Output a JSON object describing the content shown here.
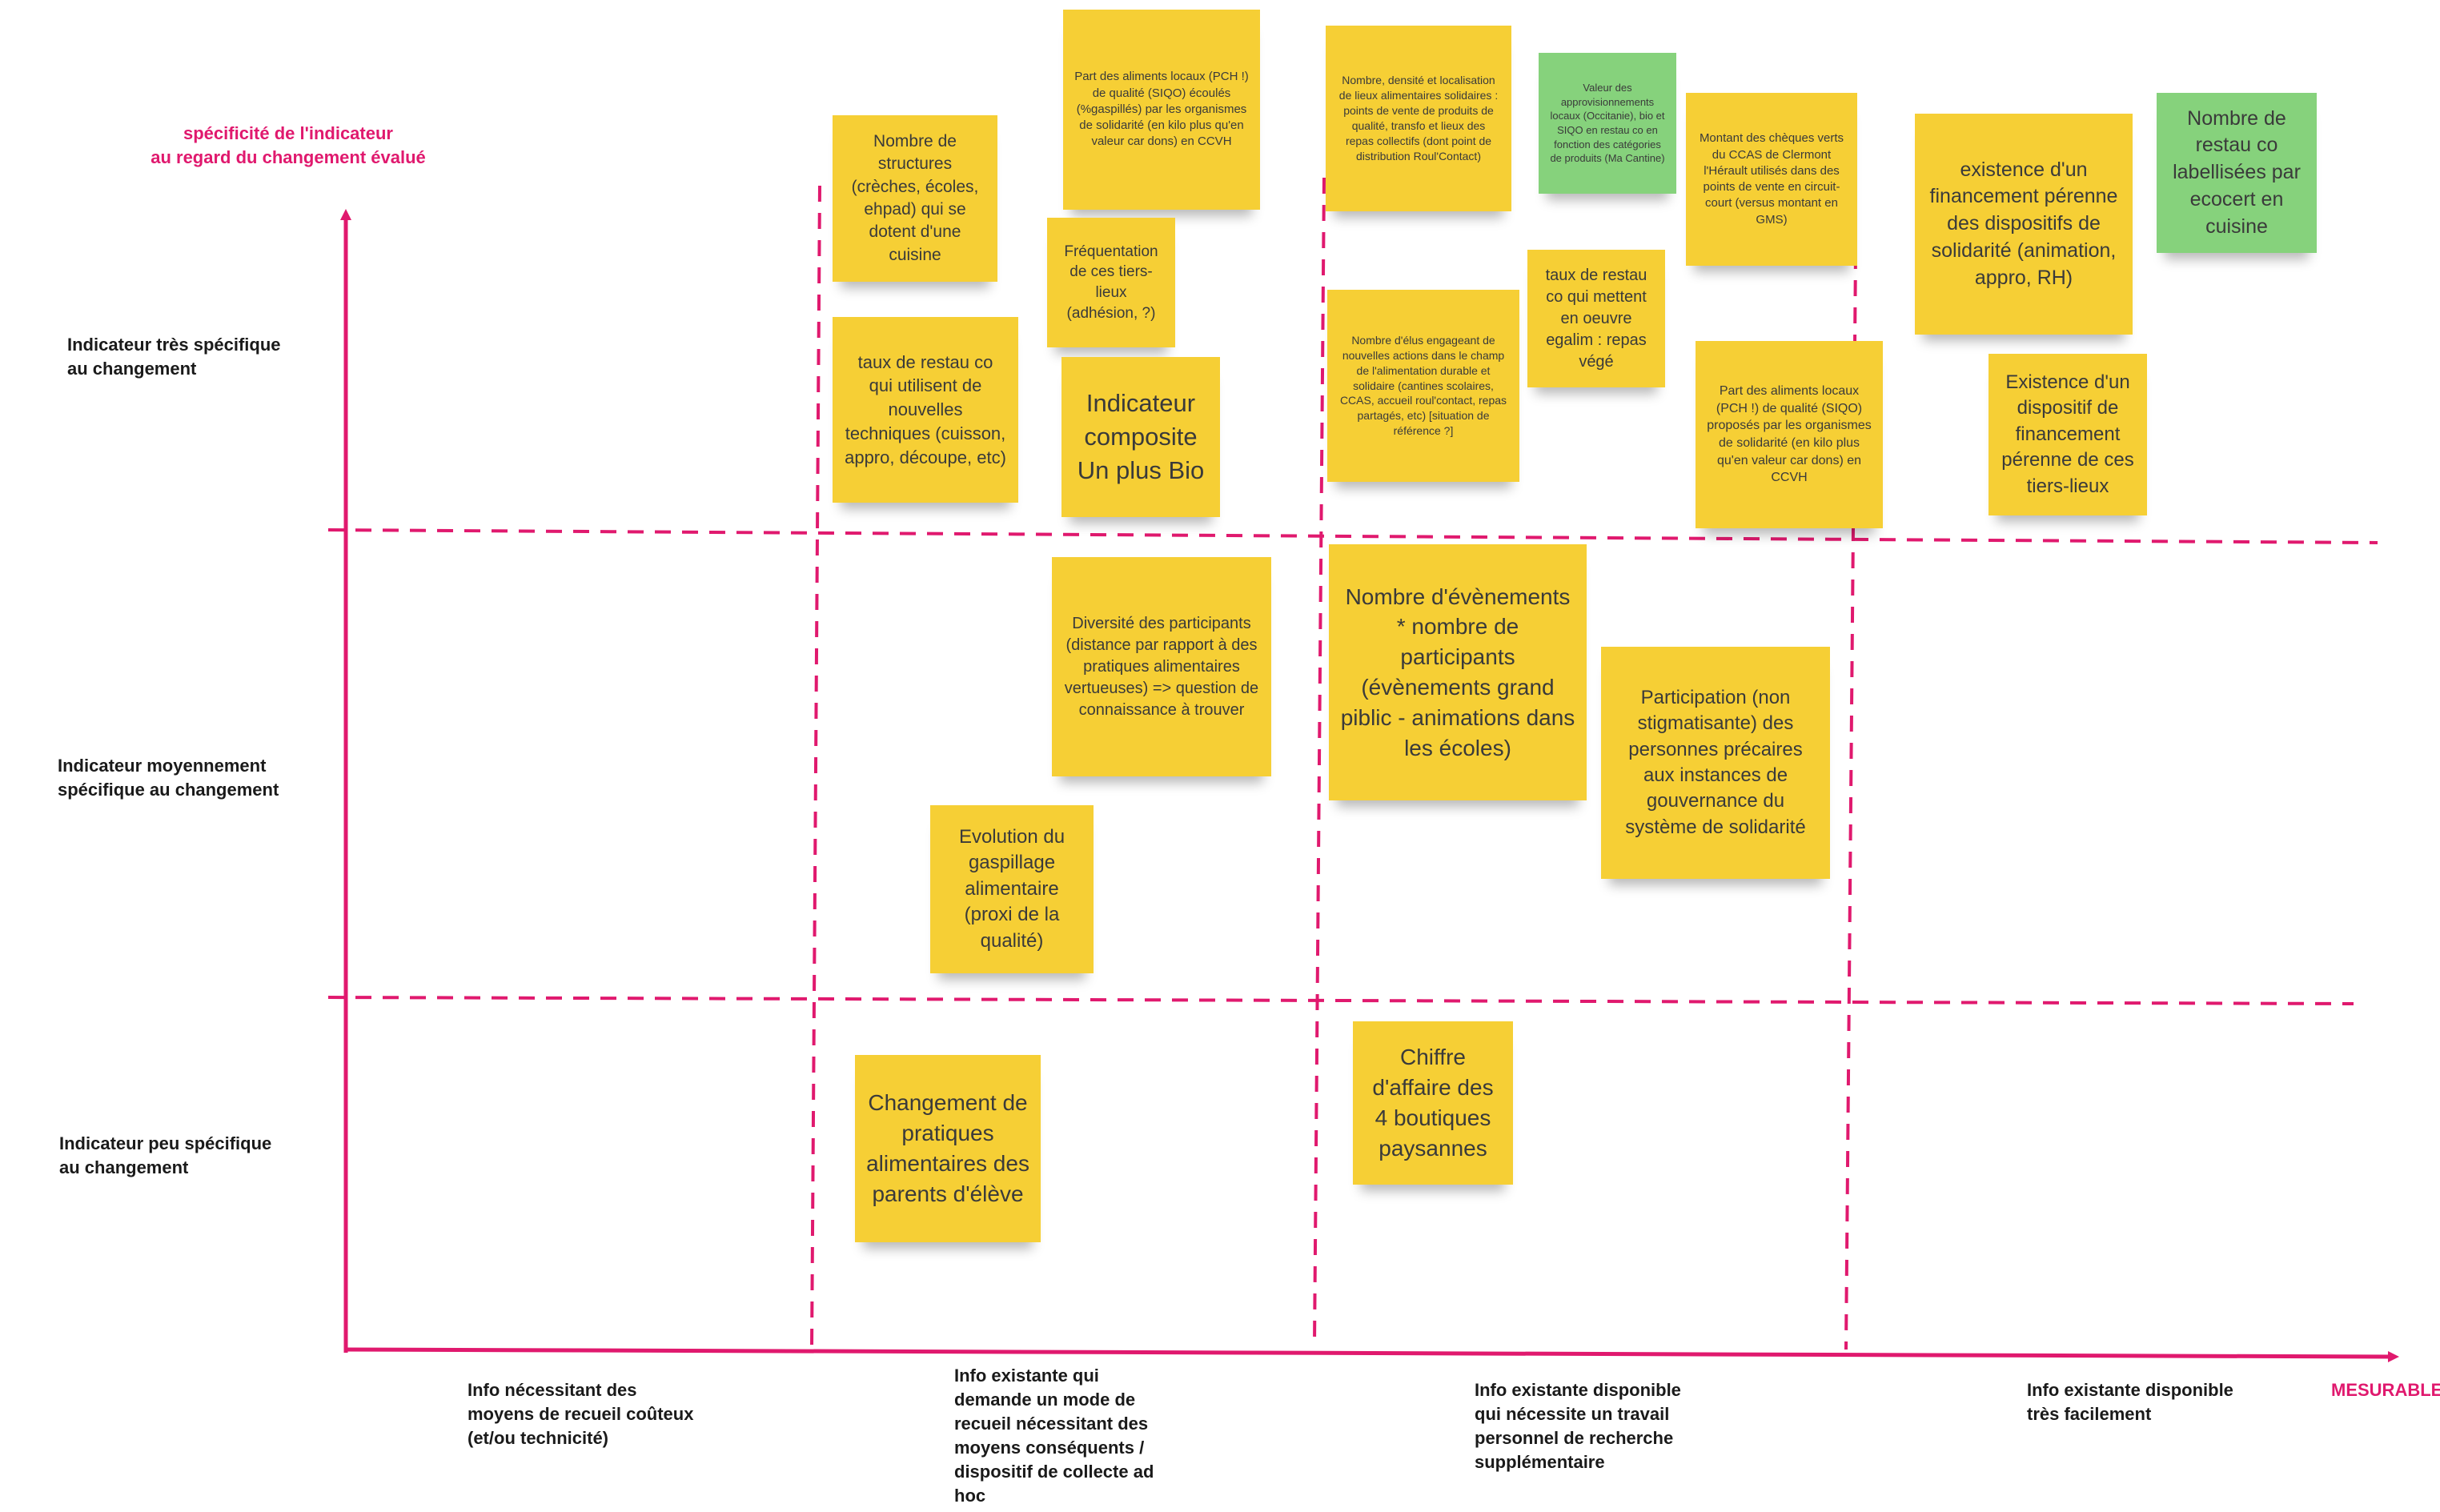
{
  "axes": {
    "y_title": [
      "spécificité de l'indicateur",
      "au regard du changement évalué"
    ],
    "x_end": "MESURABLE",
    "rows": [
      [
        "Indicateur très spécifique",
        "au changement"
      ],
      [
        "Indicateur moyennement",
        "spécifique au changement"
      ],
      [
        "Indicateur peu spécifique",
        "au changement"
      ]
    ],
    "cols": [
      [
        "Info nécessitant des",
        "moyens de recueil coûteux",
        "(et/ou technicité)"
      ],
      [
        "Info existante qui",
        "demande un mode de",
        "recueil nécessitant des",
        "moyens conséquents /",
        "dispositif de collecte ad",
        "hoc"
      ],
      [
        "Info existante disponible",
        "qui nécessite un travail",
        "personnel de recherche",
        "supplémentaire"
      ],
      [
        "Info existante disponible",
        "très facilement"
      ]
    ]
  },
  "colors": {
    "accent": "#e0196e",
    "yellow": "#f6cf35",
    "green": "#86d27c"
  },
  "notes": [
    "Nombre de structures (crèches, écoles, ehpad) qui se dotent d'une cuisine",
    "taux de restau co qui utilisent de nouvelles techniques (cuisson, appro, découpe, etc)",
    "Part des aliments locaux (PCH !) de qualité (SIQO) écoulés (%gaspillés) par les organismes de solidarité (en kilo plus qu'en valeur car dons) en CCVH",
    "Fréquentation de ces tiers-lieux (adhésion, ?)",
    "Indicateur composite Un plus Bio",
    "Nombre, densité et localisation de lieux alimentaires solidaires : points de vente de produits de qualité, transfo et lieux des repas collectifs (dont point de distribution Roul'Contact)",
    "Nombre d'élus engageant de nouvelles actions dans le champ de l'alimentation durable et solidaire (cantines scolaires, CCAS, accueil roul'contact, repas partagés, etc) [situation de référence ?]",
    "Valeur des approvisionnements locaux (Occitanie), bio et SIQO en restau co en fonction des catégories de produits (Ma Cantine)",
    "taux de restau co qui mettent en oeuvre egalim : repas végé",
    "Montant des chèques verts du CCAS de Clermont l'Hérault utilisés dans des points de vente en circuit-court (versus montant en GMS)",
    "Part des aliments locaux (PCH !) de qualité (SIQO) proposés par les organismes de solidarité (en kilo plus qu'en valeur car dons) en CCVH",
    "existence d'un financement pérenne des dispositifs de solidarité (animation, appro, RH)",
    "Nombre de restau co labellisées par ecocert en cuisine",
    "Existence d'un dispositif de financement pérenne de ces tiers-lieux",
    "Diversité des participants  (distance par rapport à des pratiques alimentaires vertueuses) => question de connaissance à trouver",
    "Evolution du gaspillage alimentaire (proxi de la qualité)",
    "Nombre d'évènements * nombre de participants (évènements grand piblic - animations dans les écoles)",
    "Participation (non stigmatisante) des personnes précaires aux instances de gouvernance du système de solidarité",
    "Changement de pratiques alimentaires des parents d'élève",
    "Chiffre d'affaire des 4 boutiques paysannes"
  ]
}
